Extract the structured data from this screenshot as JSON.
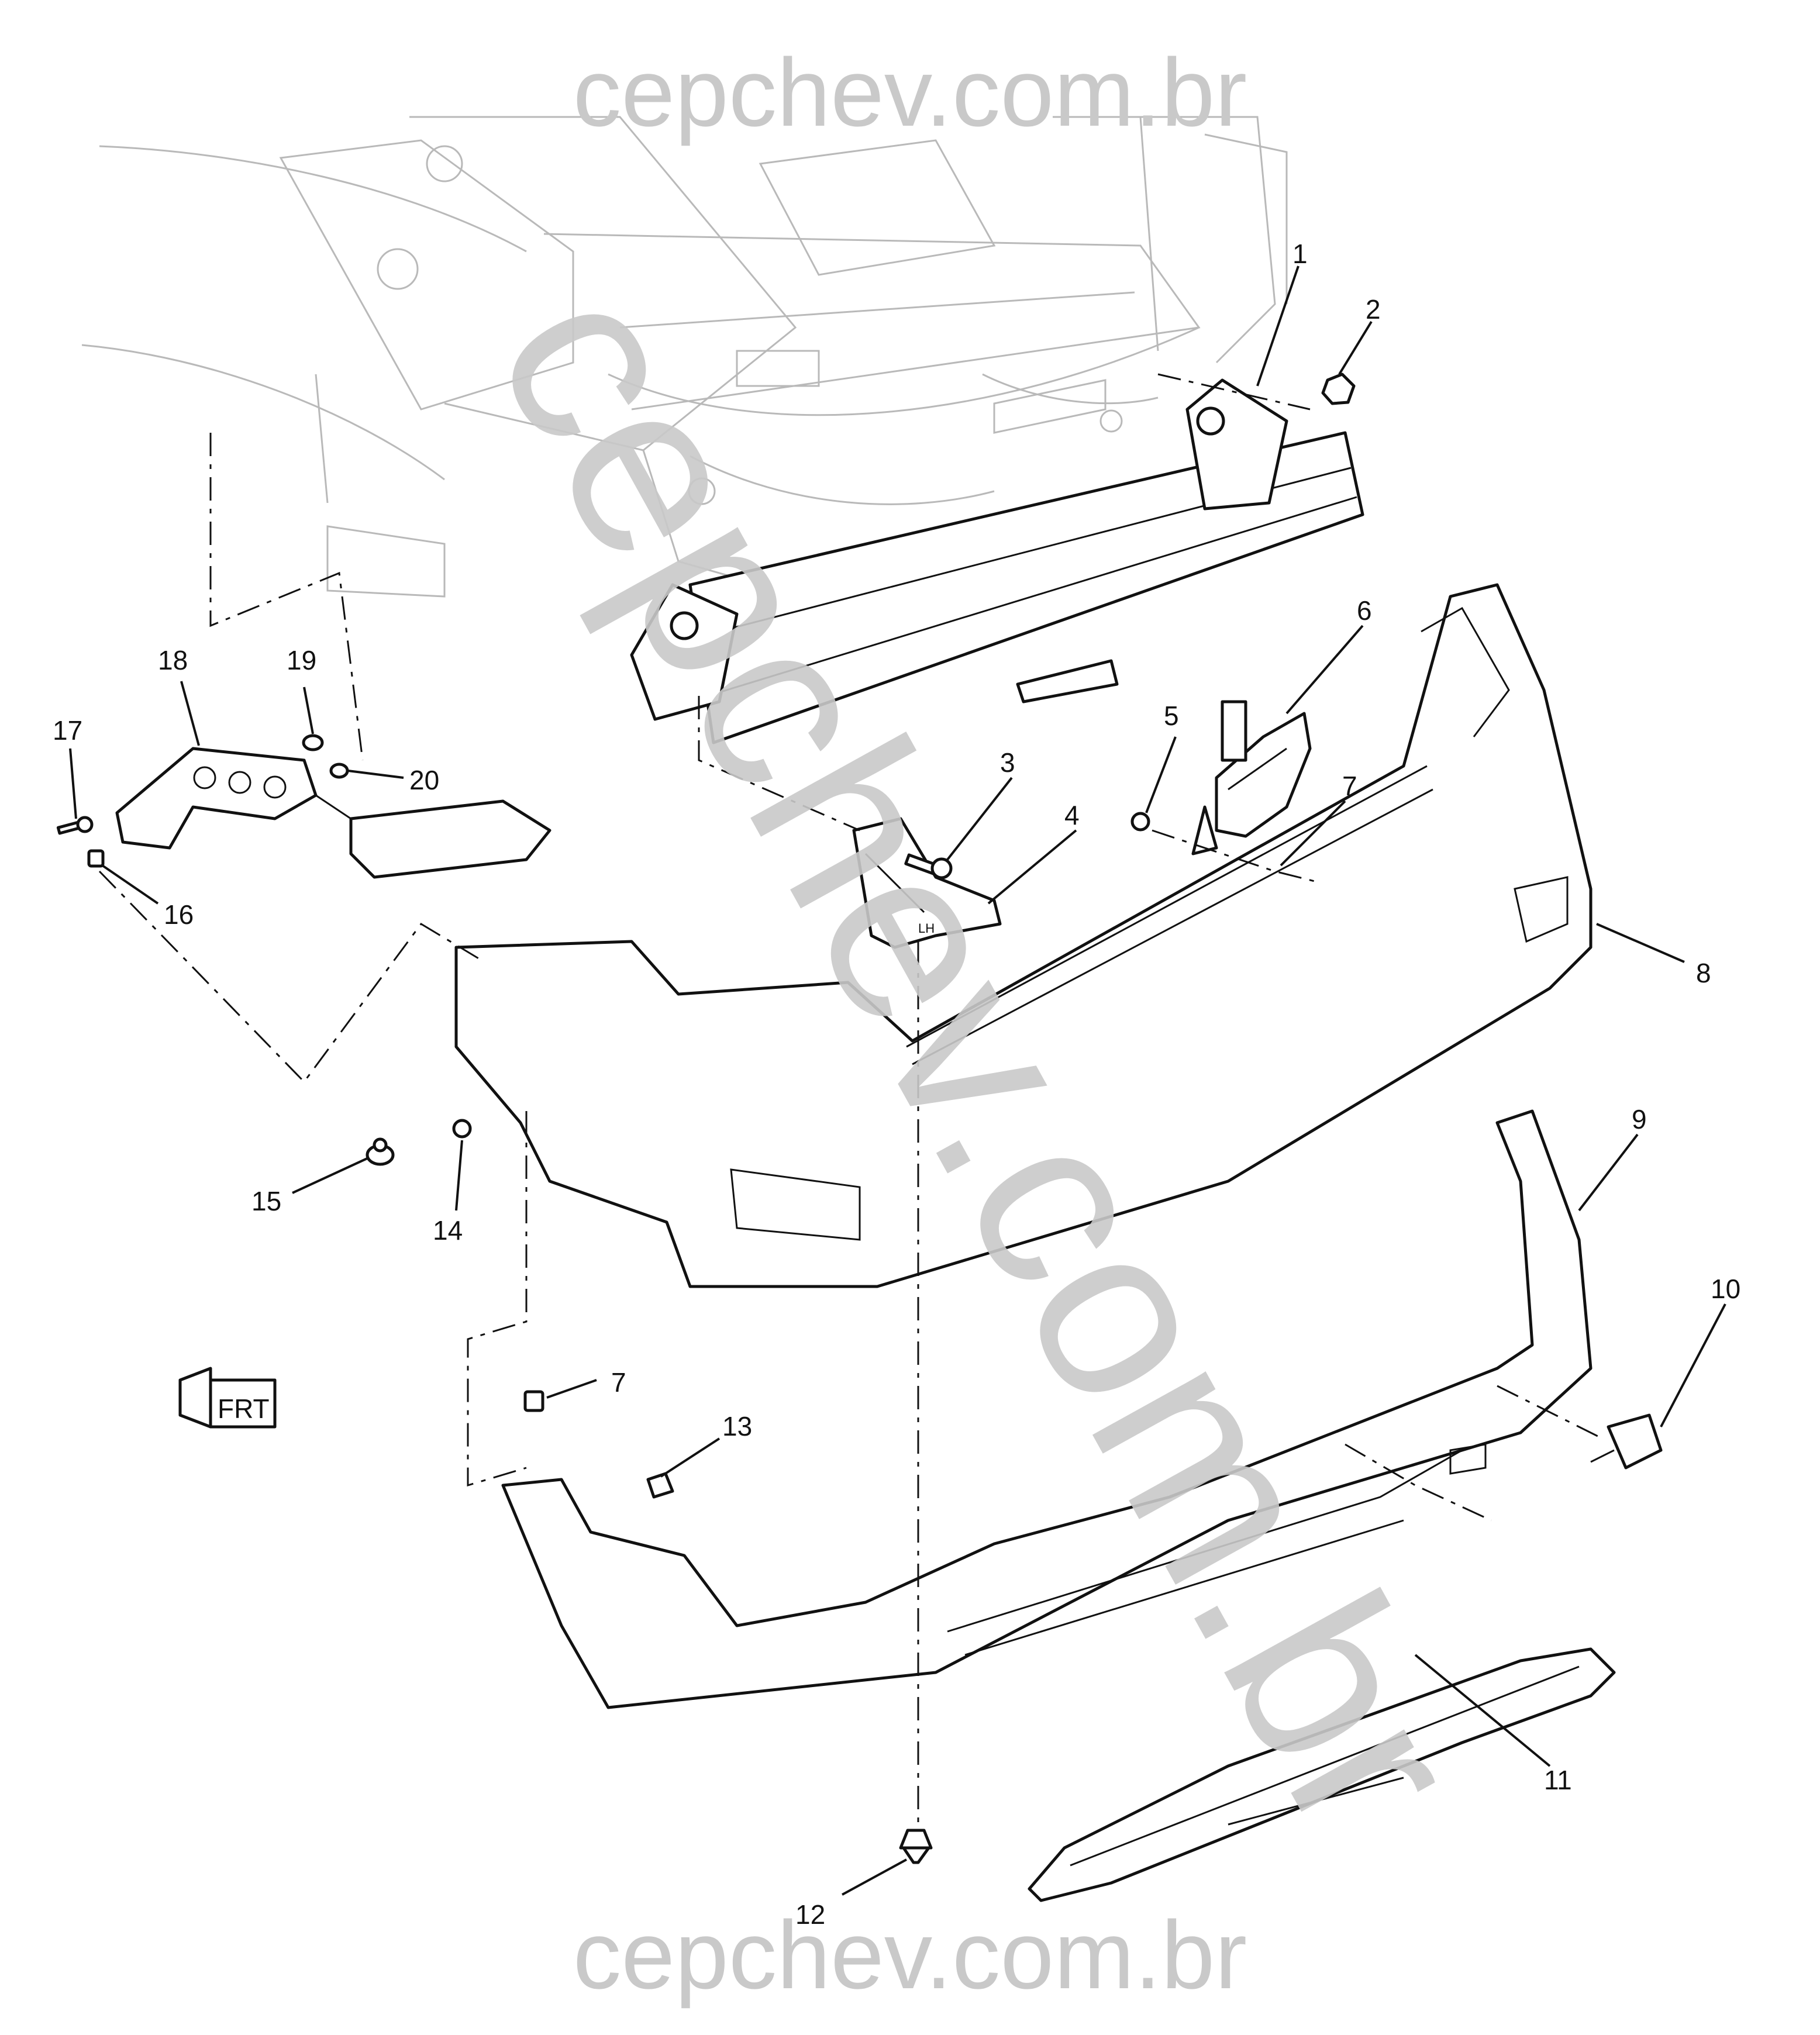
{
  "watermark": {
    "top": "cepchev.com.br",
    "bottom": "cepchev.com.br",
    "diagonal": "cepchev.com.br"
  },
  "callouts": [
    {
      "id": "c1",
      "label": "1"
    },
    {
      "id": "c2",
      "label": "2"
    },
    {
      "id": "c3",
      "label": "3"
    },
    {
      "id": "c4",
      "label": "4"
    },
    {
      "id": "c5",
      "label": "5"
    },
    {
      "id": "c6",
      "label": "6"
    },
    {
      "id": "c7a",
      "label": "7"
    },
    {
      "id": "c7b",
      "label": "7"
    },
    {
      "id": "c8",
      "label": "8"
    },
    {
      "id": "c9",
      "label": "9"
    },
    {
      "id": "c10",
      "label": "10"
    },
    {
      "id": "c11",
      "label": "11"
    },
    {
      "id": "c12",
      "label": "12"
    },
    {
      "id": "c13",
      "label": "13"
    },
    {
      "id": "c14",
      "label": "14"
    },
    {
      "id": "c15",
      "label": "15"
    },
    {
      "id": "c16",
      "label": "16"
    },
    {
      "id": "c17",
      "label": "17"
    },
    {
      "id": "c18",
      "label": "18"
    },
    {
      "id": "c19",
      "label": "19"
    },
    {
      "id": "c20",
      "label": "20"
    }
  ],
  "bracket_marking": "LH",
  "orientation_arrow": "FRT",
  "colors": {
    "line": "#111111",
    "ghost_body": "#b9b9b9",
    "watermark": "#c9c9c9",
    "background": "#ffffff"
  }
}
